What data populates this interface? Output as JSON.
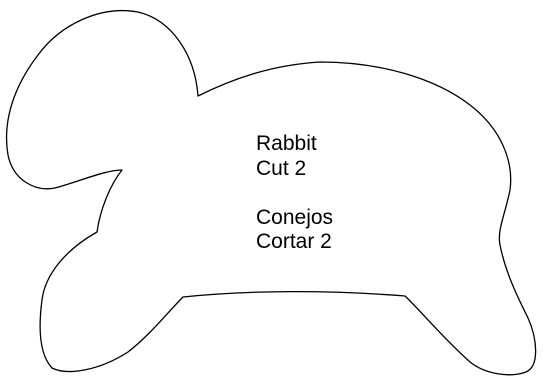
{
  "pattern": {
    "shape": "rabbit-silhouette",
    "outline_color": "#000000",
    "fill_color": "#ffffff",
    "english": {
      "name": "Rabbit",
      "instruction": "Cut 2"
    },
    "spanish": {
      "name": "Conejos",
      "instruction": "Cortar 2"
    }
  }
}
